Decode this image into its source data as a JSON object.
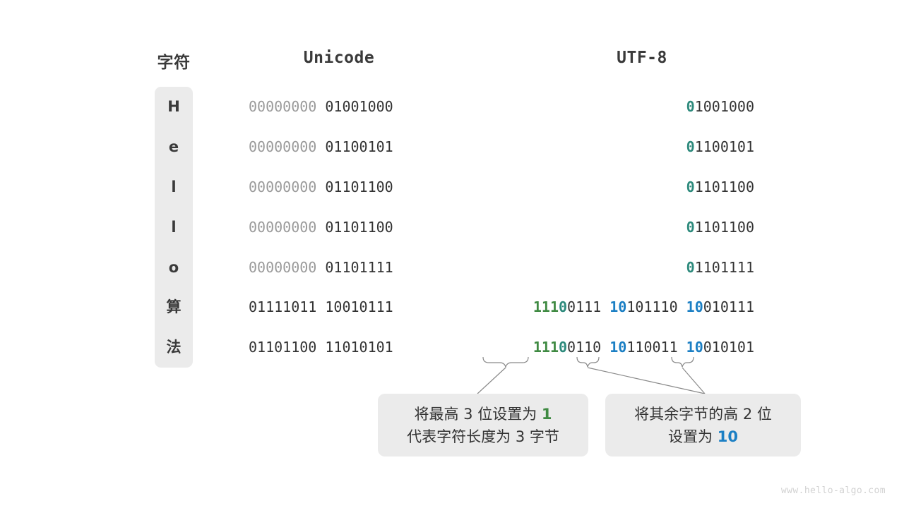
{
  "headers": {
    "char": "字符",
    "unicode": "Unicode",
    "utf8": "UTF-8"
  },
  "rows": [
    {
      "char": "H",
      "unicode": {
        "lead": "00000000",
        "tail": "01001000"
      },
      "utf8": [
        {
          "marker": "0",
          "marker_color": "teal",
          "rest": "1001000"
        }
      ]
    },
    {
      "char": "e",
      "unicode": {
        "lead": "00000000",
        "tail": "01100101"
      },
      "utf8": [
        {
          "marker": "0",
          "marker_color": "teal",
          "rest": "1100101"
        }
      ]
    },
    {
      "char": "l",
      "unicode": {
        "lead": "00000000",
        "tail": "01101100"
      },
      "utf8": [
        {
          "marker": "0",
          "marker_color": "teal",
          "rest": "1101100"
        }
      ]
    },
    {
      "char": "l",
      "unicode": {
        "lead": "00000000",
        "tail": "01101100"
      },
      "utf8": [
        {
          "marker": "0",
          "marker_color": "teal",
          "rest": "1101100"
        }
      ]
    },
    {
      "char": "o",
      "unicode": {
        "lead": "00000000",
        "tail": "01101111"
      },
      "utf8": [
        {
          "marker": "0",
          "marker_color": "teal",
          "rest": "1101111"
        }
      ]
    },
    {
      "char": "算",
      "unicode": {
        "lead": "01111011",
        "tail": "10010111"
      },
      "utf8": [
        {
          "marker": "111",
          "marker_color": "green",
          "marker2": "0",
          "marker2_color": "teal",
          "rest": "0111"
        },
        {
          "marker": "10",
          "marker_color": "blue",
          "rest": "101110"
        },
        {
          "marker": "10",
          "marker_color": "blue",
          "rest": "010111"
        }
      ]
    },
    {
      "char": "法",
      "unicode": {
        "lead": "01101100",
        "tail": "11010101"
      },
      "utf8": [
        {
          "marker": "111",
          "marker_color": "green",
          "marker2": "0",
          "marker2_color": "teal",
          "rest": "0110"
        },
        {
          "marker": "10",
          "marker_color": "blue",
          "rest": "110011"
        },
        {
          "marker": "10",
          "marker_color": "blue",
          "rest": "010101"
        }
      ]
    }
  ],
  "callouts": {
    "left": {
      "line1_a": "将最高 3 位设置为 ",
      "line1_hl": "1",
      "line2": "代表字符长度为 3 字节"
    },
    "right": {
      "line1": "将其余字节的高 2 位",
      "line2_a": "设置为 ",
      "line2_hl": "10"
    }
  },
  "watermark": "www.hello-algo.com",
  "colors": {
    "teal": "#2d8a7c",
    "green": "#3f8a42",
    "blue": "#1b7fc4",
    "dim": "#9a9a9a",
    "text": "#333333",
    "panel": "#ebebeb",
    "line": "#8a8a8a"
  }
}
